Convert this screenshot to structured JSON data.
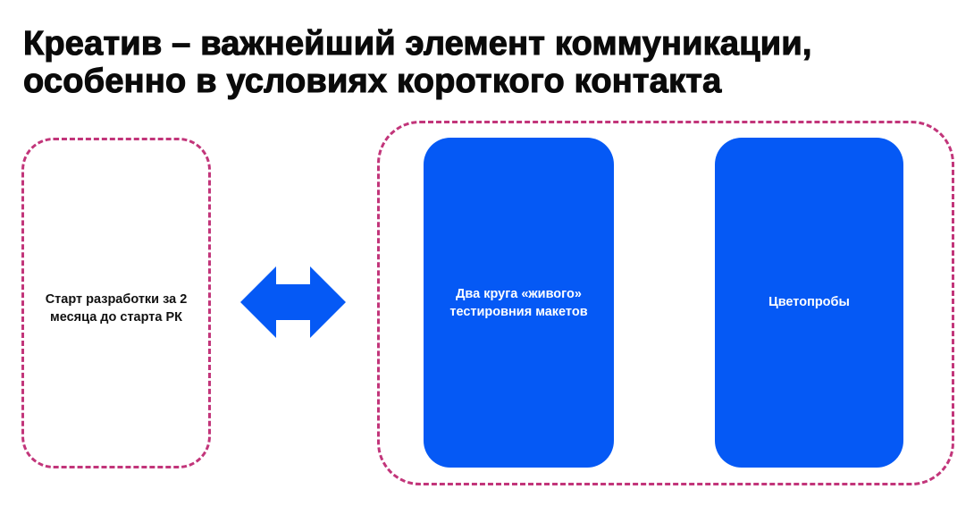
{
  "title": {
    "line1": "Креатив – важнейший элемент коммуникации,",
    "line2": "особенно в условиях короткого контакта"
  },
  "left_box": {
    "text": "Старт разработки за 2 месяца до старта РК"
  },
  "cards": [
    {
      "text": "Два круга «живого» тестировния макетов"
    },
    {
      "text": "Цветопробы"
    }
  ],
  "connector": {
    "icon": "double-headed-arrow-icon",
    "color": "#0559f5"
  },
  "colors": {
    "accent_blue": "#0559f5",
    "dashed_border": "#c2357a",
    "title_text": "#0a0a0a"
  }
}
